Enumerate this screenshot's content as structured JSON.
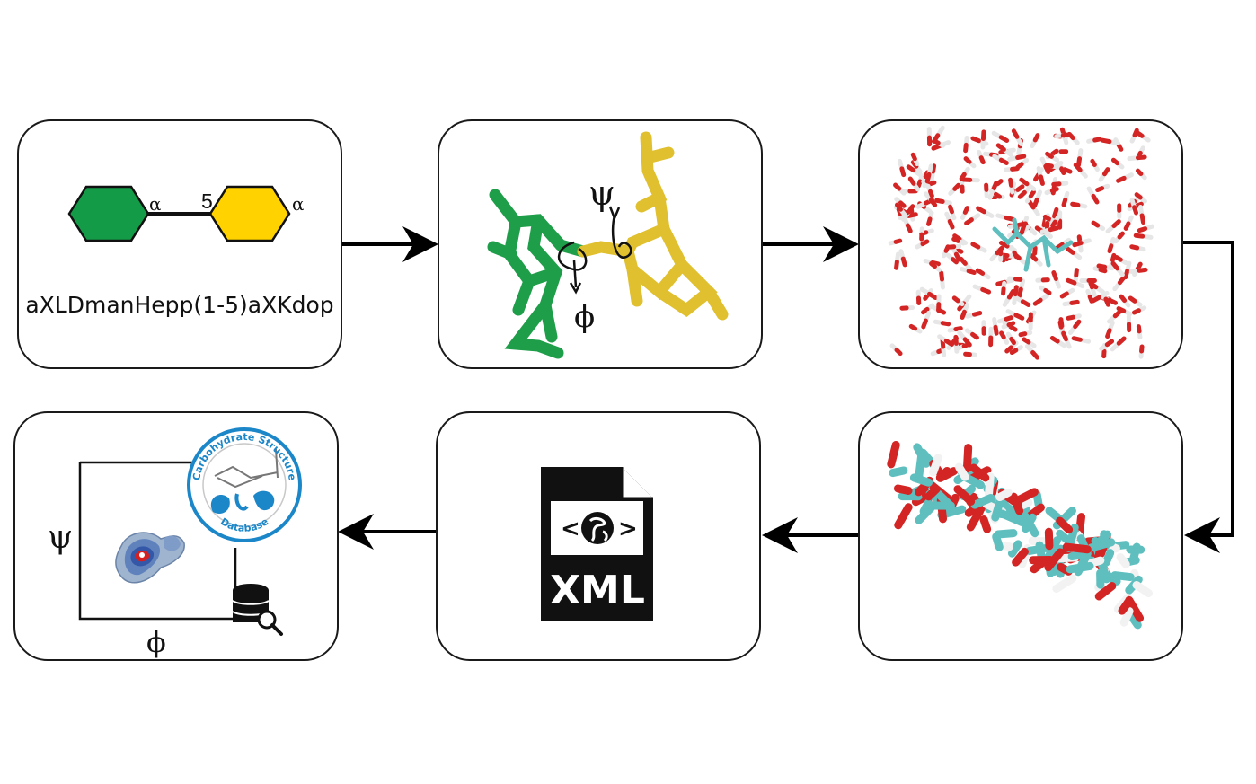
{
  "panel1": {
    "residue1_anomer": "α",
    "linkage_position": "5",
    "residue2_anomer": "α",
    "sequence": "aXLDmanHepp(1-5)aXKdop",
    "colors": {
      "residue1": "#149b48",
      "residue2": "#ffd200"
    }
  },
  "panel2": {
    "psi": "ψ",
    "phi": "ϕ",
    "colors": {
      "green": "#1f9e4a",
      "yellow": "#e0c02e"
    }
  },
  "panel3": {
    "icon": "water-box-simulation"
  },
  "panel4": {
    "icon": "molecular-ensemble"
  },
  "panel5": {
    "icon": "xml-file-icon",
    "file_label": "XML",
    "code_label": "< >"
  },
  "panel6": {
    "y_axis_label": "ψ",
    "x_axis_label": "ϕ",
    "logo_top_text": "Carbohydrate Structure",
    "logo_bottom_text": "Database",
    "icon": "database-search-icon"
  }
}
